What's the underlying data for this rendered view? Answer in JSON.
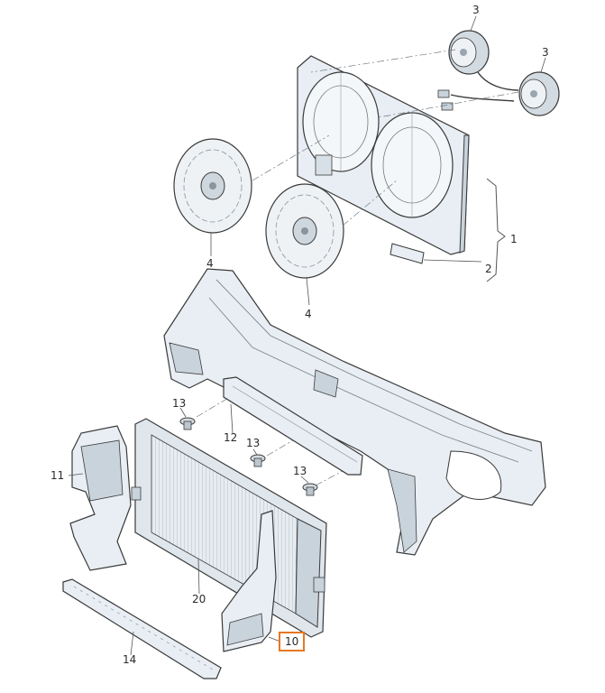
{
  "labels": {
    "p1": "1",
    "p2": "2",
    "p3a": "3",
    "p3b": "3",
    "p4a": "4",
    "p4b": "4",
    "p10": "10",
    "p11": "11",
    "p12": "12",
    "p13a": "13",
    "p13b": "13",
    "p13c": "13",
    "p14": "14",
    "p20": "20"
  },
  "colors": {
    "part_fill": "#e8eef3",
    "part_shade": "#c9d3dc",
    "outline": "#3a3a3a",
    "leader": "#555555",
    "highlight": "#e87722"
  }
}
